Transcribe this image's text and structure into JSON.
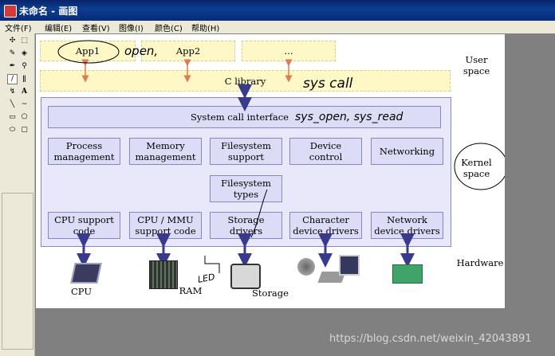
{
  "window": {
    "title": "未命名 - 画图"
  },
  "menu": [
    "文件(F)",
    "编辑(E)",
    "查看(V)",
    "图像(I)",
    "颜色(C)",
    "帮助(H)"
  ],
  "tools": [
    "free-select",
    "rect-select",
    "eraser",
    "fill",
    "picker",
    "magnifier",
    "pencil",
    "brush",
    "airbrush",
    "text",
    "line",
    "curve",
    "rectangle",
    "polygon",
    "ellipse",
    "rounded-rect"
  ],
  "diagram": {
    "user_apps": [
      "App1",
      "App2",
      "..."
    ],
    "c_library": "C library",
    "syscall": "System call interface",
    "subsystems": [
      "Process\nmanagement",
      "Memory\nmanagement",
      "Filesystem\nsupport",
      "Device\ncontrol",
      "Networking"
    ],
    "fs_types": "Filesystem\ntypes",
    "drivers": [
      "CPU support\ncode",
      "CPU / MMU\nsupport code",
      "Storage\ndrivers",
      "Character\ndevice drivers",
      "Network\ndevice drivers"
    ],
    "hardware_labels": [
      "CPU",
      "RAM",
      "Storage"
    ],
    "side_labels": {
      "user_space": "User\nspace",
      "kernel_space": "Kernel\nspace",
      "hardware": "Hardware"
    }
  },
  "annotations": {
    "open": "open,",
    "sys_call": "sys call",
    "sys_funcs": "sys_open, sys_read",
    "led": "LED"
  },
  "watermark": "https://blog.csdn.net/weixin_42043891",
  "colors": {
    "box_fill": "#dcdcf6",
    "user_fill": "#fdf8c6",
    "arrow_orange": "#e07a50",
    "arrow_purple": "#3a3a8c"
  }
}
